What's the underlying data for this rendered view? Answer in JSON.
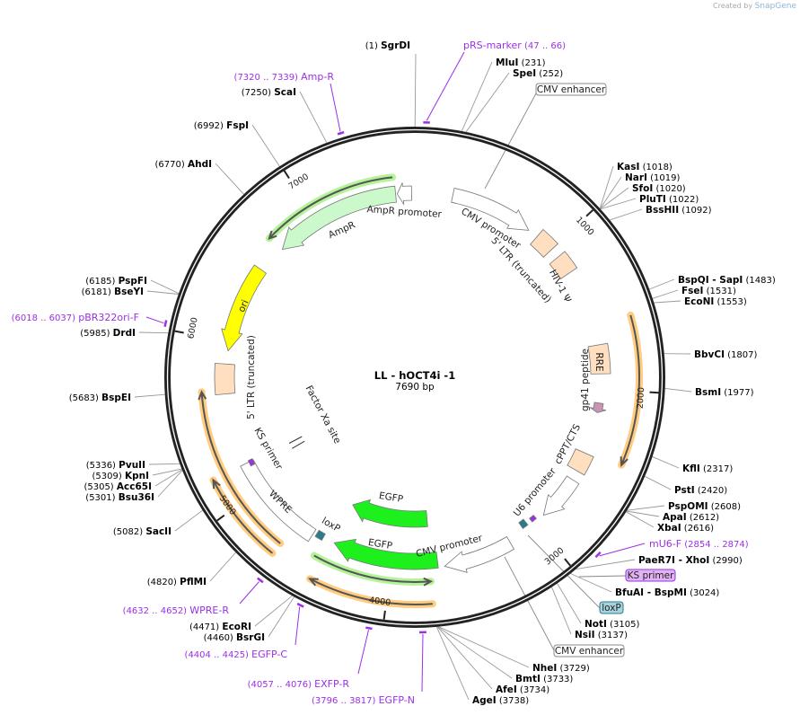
{
  "logo": {
    "created_by": "Created by",
    "brand": "SnapGene"
  },
  "plasmid": {
    "name": "LL - hOCT4i -1",
    "length_label": "7690 bp",
    "length_bp": 7690
  },
  "ticks": [
    "1000",
    "2000",
    "3000",
    "4000",
    "5000",
    "6000",
    "7000"
  ],
  "sites": [
    {
      "name": "SgrDI",
      "pos": 1
    },
    {
      "name": "MluI",
      "pos": 231
    },
    {
      "name": "SpeI",
      "pos": 252
    },
    {
      "name": "KasI",
      "pos": 1018
    },
    {
      "name": "NarI",
      "pos": 1019
    },
    {
      "name": "SfoI",
      "pos": 1020
    },
    {
      "name": "PluTI",
      "pos": 1022
    },
    {
      "name": "BssHII",
      "pos": 1092
    },
    {
      "name": "BspQI  - SapI",
      "pos": 1483
    },
    {
      "name": "FseI",
      "pos": 1531
    },
    {
      "name": "EcoNI",
      "pos": 1553
    },
    {
      "name": "BbvCI",
      "pos": 1807
    },
    {
      "name": "BsmI",
      "pos": 1977
    },
    {
      "name": "KflI",
      "pos": 2317
    },
    {
      "name": "PstI",
      "pos": 2420
    },
    {
      "name": "PspOMI",
      "pos": 2608
    },
    {
      "name": "ApaI",
      "pos": 2612
    },
    {
      "name": "XbaI",
      "pos": 2616
    },
    {
      "name": "PaeR7I  - XhoI",
      "pos": 2990
    },
    {
      "name": "BfuAI  - BspMI",
      "pos": 3024
    },
    {
      "name": "NotI",
      "pos": 3105
    },
    {
      "name": "NsiI",
      "pos": 3137
    },
    {
      "name": "NheI",
      "pos": 3729
    },
    {
      "name": "BmtI",
      "pos": 3733
    },
    {
      "name": "AfeI",
      "pos": 3734
    },
    {
      "name": "AgeI",
      "pos": 3738
    },
    {
      "name": "ScaI",
      "pos": 7250
    },
    {
      "name": "FspI",
      "pos": 6992
    },
    {
      "name": "AhdI",
      "pos": 6770
    },
    {
      "name": "PspFI",
      "pos": 6185
    },
    {
      "name": "BseYI",
      "pos": 6181
    },
    {
      "name": "DrdI",
      "pos": 5985
    },
    {
      "name": "BspEI",
      "pos": 5683
    },
    {
      "name": "PvuII",
      "pos": 5336
    },
    {
      "name": "KpnI",
      "pos": 5309
    },
    {
      "name": "Acc65I",
      "pos": 5305
    },
    {
      "name": "Bsu36I",
      "pos": 5301
    },
    {
      "name": "SacII",
      "pos": 5082
    },
    {
      "name": "PflMI",
      "pos": 4820
    },
    {
      "name": "EcoRI",
      "pos": 4471
    },
    {
      "name": "BsrGI",
      "pos": 4460
    }
  ],
  "primers": [
    {
      "name": "pRS-marker",
      "range": "(47 .. 66)",
      "start": 47,
      "end": 66
    },
    {
      "name": "Amp-R",
      "range": "(7320 .. 7339)",
      "start": 7320,
      "end": 7339
    },
    {
      "name": "pBR322ori-F",
      "range": "(6018 .. 6037)",
      "start": 6018,
      "end": 6037
    },
    {
      "name": "WPRE-R",
      "range": "(4632 .. 4652)",
      "start": 4632,
      "end": 4652
    },
    {
      "name": "EGFP-C",
      "range": "(4404 .. 4425)",
      "start": 4404,
      "end": 4425
    },
    {
      "name": "EXFP-R",
      "range": "(4057 .. 4076)",
      "start": 4057,
      "end": 4076
    },
    {
      "name": "EGFP-N",
      "range": "(3796 .. 3817)",
      "start": 3796,
      "end": 3817
    },
    {
      "name": "mU6-F",
      "range": "(2854 .. 2874)",
      "start": 2854,
      "end": 2874
    }
  ],
  "features": [
    {
      "name": "AmpR promoter",
      "start": 7573,
      "end": 7669,
      "direction": -1,
      "color": "#ffffff"
    },
    {
      "name": "AmpR",
      "start": 6707,
      "end": 7562,
      "direction": -1,
      "color": "#ccf9cc"
    },
    {
      "name": "CMV promoter",
      "start": 252,
      "end": 807,
      "direction": 1,
      "color": "#ffffff"
    },
    {
      "name": "5' LTR (truncated)",
      "start": 876,
      "end": 1004,
      "direction": 0,
      "color": "#ffdfbf"
    },
    {
      "name": "HIV-1 Ψ",
      "start": 1068,
      "end": 1196,
      "direction": 0,
      "color": "#ffdfbf"
    },
    {
      "name": "RRE",
      "start": 1709,
      "end": 1900,
      "direction": 0,
      "color": "#ffdfbf"
    },
    {
      "name": "gp41 peptide",
      "start": 2093,
      "end": 2157,
      "direction": 1,
      "color": "#c994b4"
    },
    {
      "name": "cPPT/CTS",
      "start": 2435,
      "end": 2563,
      "direction": 0,
      "color": "#ffdfbf"
    },
    {
      "name": "U6 promoter",
      "start": 2627,
      "end": 2926,
      "direction": 1,
      "color": "#ffffff"
    },
    {
      "name": "KS primer",
      "start": 2975,
      "end": 3010,
      "direction": 0,
      "color": "#9b30e6"
    },
    {
      "name": "loxP",
      "start": 3045,
      "end": 3085,
      "direction": 0,
      "color": "#2b7b8f"
    },
    {
      "name": "CMV promoter",
      "start": 3204,
      "end": 3653,
      "direction": 1,
      "color": "#ffffff"
    },
    {
      "name": "EGFP",
      "start": 3695,
      "end": 4400,
      "direction": 1,
      "color": "#1ef01e"
    },
    {
      "name": "EGFP",
      "start": 3740,
      "end": 4400,
      "direction": 1,
      "color": "#1ef01e"
    },
    {
      "name": "loxP",
      "start": 4480,
      "end": 4530,
      "direction": 0,
      "color": "#2b7b8f"
    },
    {
      "name": "WPRE",
      "start": 4550,
      "end": 5190,
      "direction": 0,
      "color": "#ffffff"
    },
    {
      "name": "KS primer",
      "start": 5160,
      "end": 5200,
      "direction": 0,
      "color": "#9b30e6"
    },
    {
      "name": "5' LTR (truncated)",
      "start": 5660,
      "end": 5853,
      "direction": 0,
      "color": "#ffdfbf"
    },
    {
      "name": "ori",
      "start": 5940,
      "end": 6515,
      "direction": -1,
      "color": "#ffff00"
    },
    {
      "name": "Factor Xa site",
      "start": 5140,
      "end": 5160,
      "direction": 0,
      "color": "#ffffff"
    }
  ],
  "orfs": [
    {
      "start": 1580,
      "end": 2414,
      "direction": 1,
      "color": "#ffcc80"
    },
    {
      "start": 6700,
      "end": 7553,
      "direction": -1,
      "color": "#b5f39a"
    },
    {
      "start": 4678,
      "end": 5683,
      "direction": 1,
      "color": "#ffcc80"
    },
    {
      "start": 4678,
      "end": 5190,
      "direction": 1,
      "color": "#ffcc80"
    },
    {
      "start": 3749,
      "end": 4475,
      "direction": -1,
      "color": "#b5f39a"
    },
    {
      "start": 3749,
      "end": 4433,
      "direction": 1,
      "color": "#ffcc80"
    }
  ],
  "callouts": [
    {
      "label": "CMV enhancer",
      "color": "#ffffff",
      "border": "#888888"
    },
    {
      "label": "KS primer",
      "color": "#e1b3f5",
      "border": "#9b30e6"
    },
    {
      "label": "loxP",
      "color": "#a7d3df",
      "border": "#2b7b8f"
    },
    {
      "label": "CMV enhancer",
      "color": "#ffffff",
      "border": "#888888"
    }
  ]
}
